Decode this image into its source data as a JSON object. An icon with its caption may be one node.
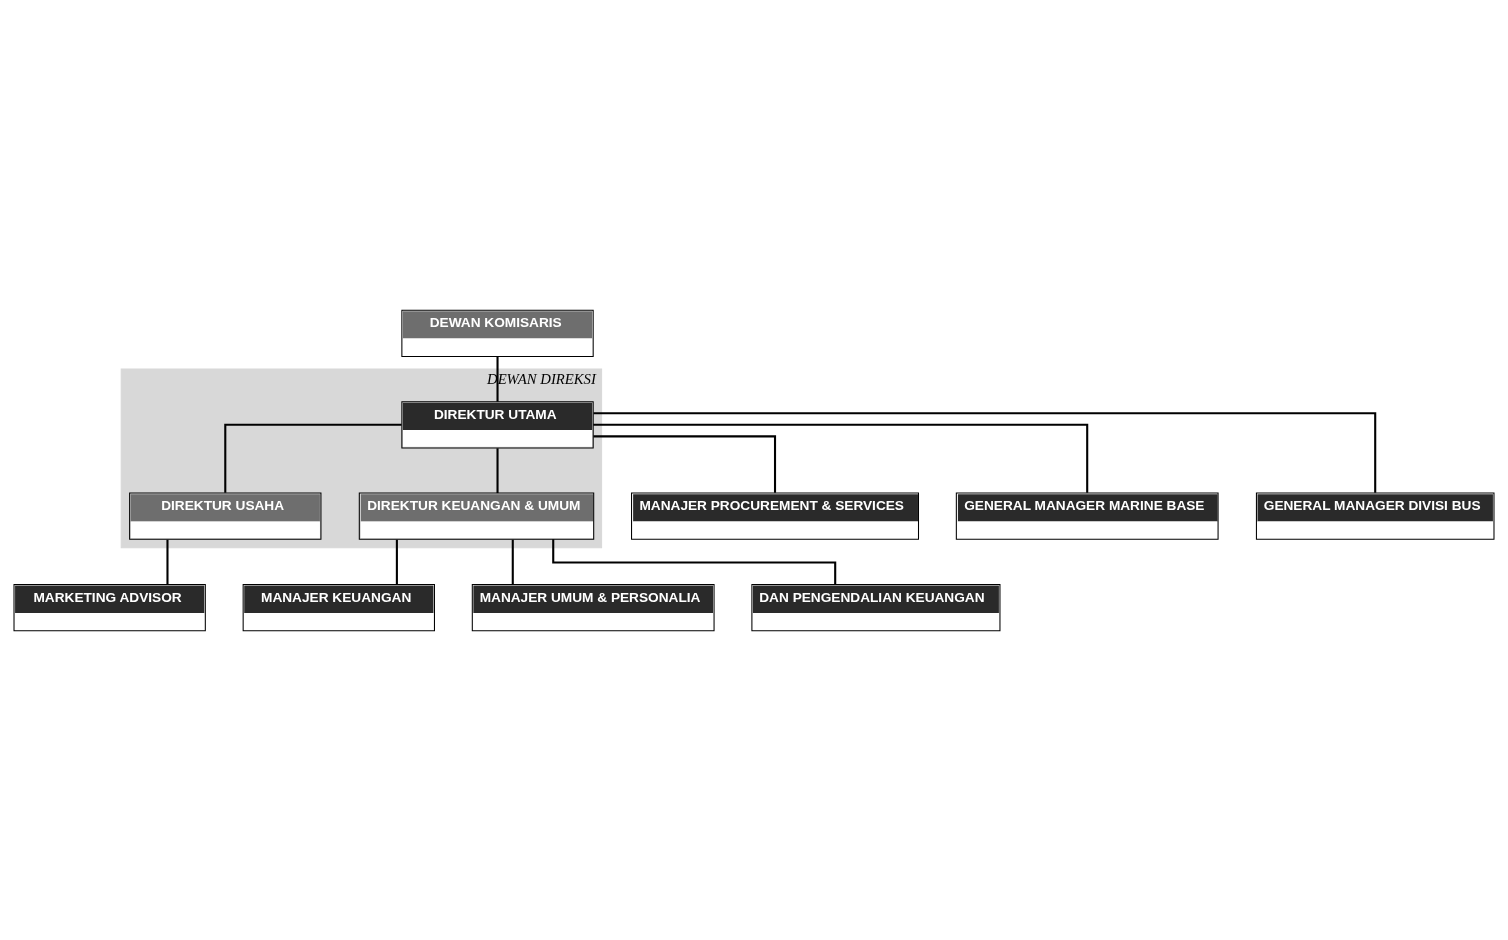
{
  "diagram": {
    "nodes": [
      {
        "text": [
          "DEWAN KOMISARIS"
        ]
      },
      {
        "text": [
          "DEWAN DIREKSI"
        ]
      },
      {
        "text": [
          "DIREKTUR UTAMA"
        ],
        "in": 1
      },
      {
        "text": [
          "DIREKTUR USAHA"
        ],
        "in": 1
      },
      {
        "text": [
          "DIREKTUR KEUANGAN & UMUM"
        ],
        "in": 1
      },
      {
        "text": [
          "MARKETING ADVISOR"
        ]
      },
      {
        "text": [
          "MANAJER KEUANGAN"
        ]
      },
      {
        "text": [
          "MANAJER UMUM & PERSONALIA"
        ]
      },
      {
        "text": [
          "DAN PENGENDALIAN KEUANGAN"
        ]
      },
      {
        "text": [
          "MANAJER PROCUREMENT & SERVICES"
        ]
      },
      {
        "text": [
          "GENERAL MANAGER MARINE BASE"
        ]
      },
      {
        "text": [
          "GENERAL MANAGER DIVISI BUS"
        ]
      }
    ],
    "edges": [
      {
        "from": 0,
        "to": 2,
        "arrow": "none"
      },
      {
        "from": 2,
        "to": 3,
        "arrow": "none"
      },
      {
        "from": 2,
        "to": 4,
        "arrow": "none"
      },
      {
        "from": 3,
        "to": 5,
        "arrow": "none"
      },
      {
        "from": 4,
        "to": 6,
        "arrow": "none"
      },
      {
        "from": 4,
        "to": 7,
        "arrow": "none"
      },
      {
        "from": 4,
        "to": 8,
        "arrow": "none"
      },
      {
        "from": 2,
        "to": 9,
        "arrow": "none"
      },
      {
        "from": 2,
        "to": 10,
        "arrow": "none"
      },
      {
        "from": 2,
        "to": 11,
        "arrow": "none"
      }
    ]
  }
}
